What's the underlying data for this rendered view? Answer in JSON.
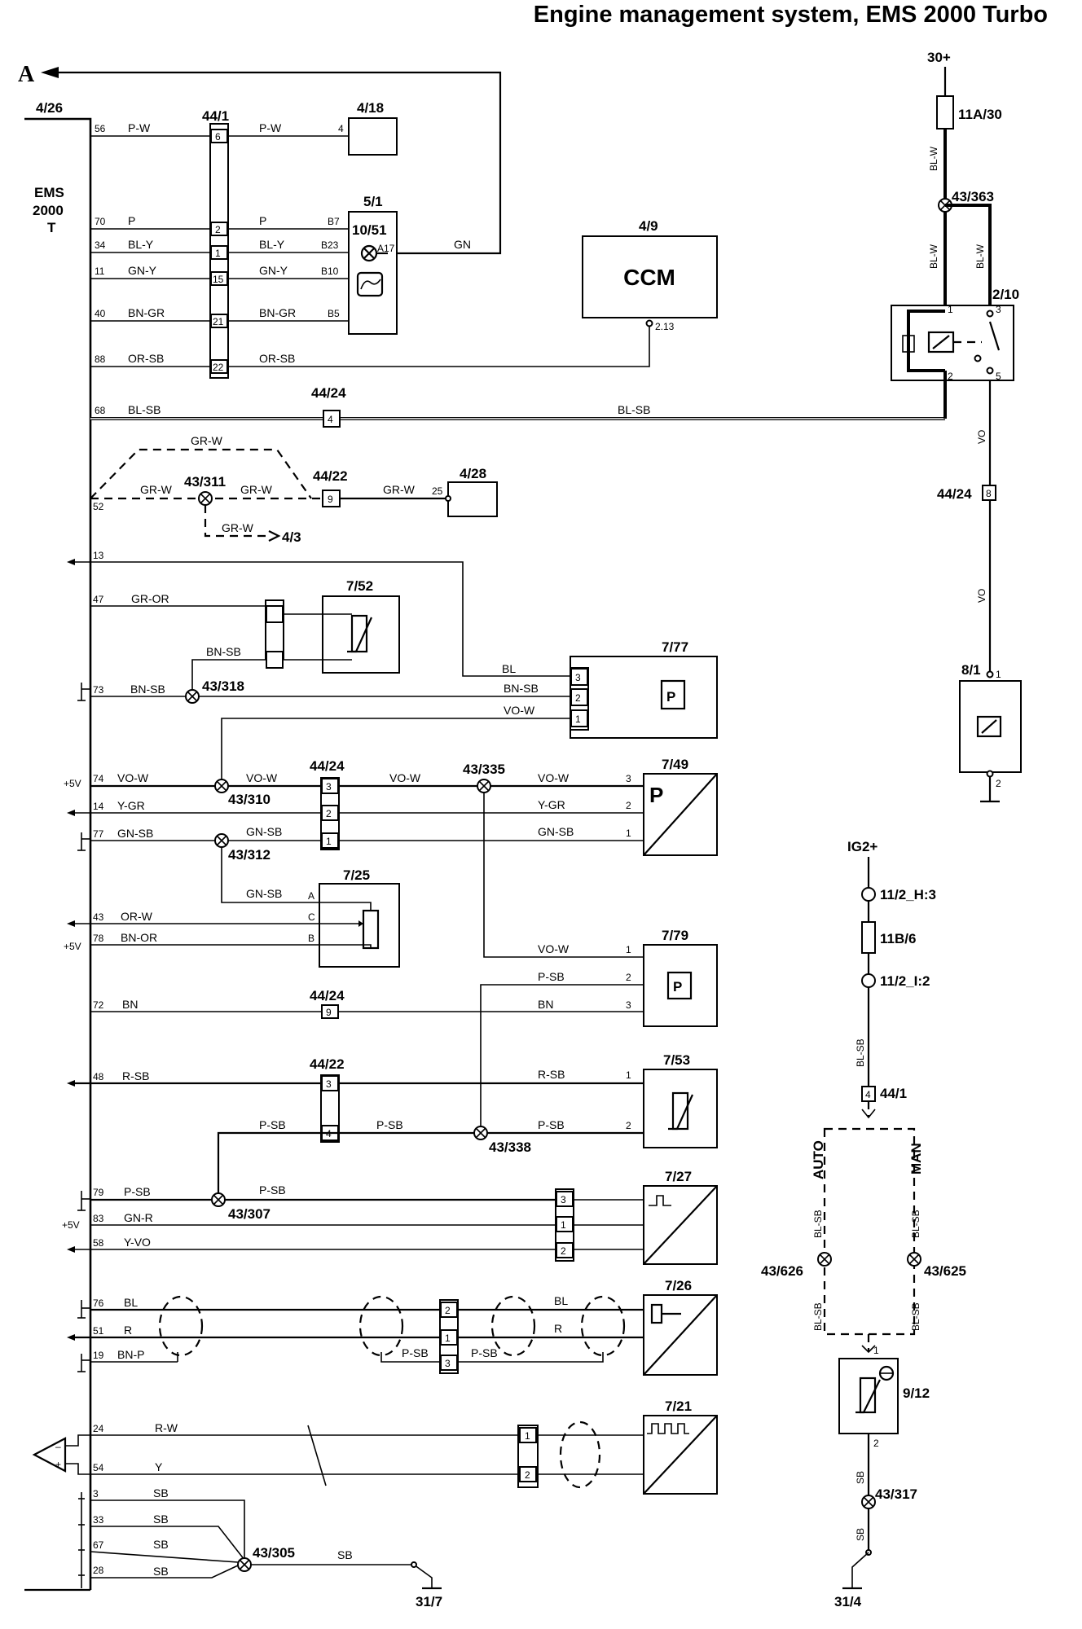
{
  "title": "Engine management system, EMS 2000 Turbo",
  "ref_a": "A",
  "ecu": {
    "id": "4/26",
    "name_line1": "EMS",
    "name_line2": "2000",
    "name_line3": "T"
  },
  "supply": {
    "b30": "30+",
    "fuse": "11A/30",
    "ig2": "IG2+",
    "fuse2": "11B/6",
    "pin_h3": "11/2_H:3",
    "pin_i2": "11/2_I:2"
  },
  "components": {
    "c4_18": "4/18",
    "c5_1": "5/1",
    "c10_51": "10/51",
    "c4_9": "4/9",
    "ccm": "CCM",
    "c2_10": "2/10",
    "c4_28": "4/28",
    "c4_3": "4/3",
    "c7_52": "7/52",
    "c7_77": "7/77",
    "c7_49": "7/49",
    "c7_25": "7/25",
    "c7_79": "7/79",
    "c7_53": "7/53",
    "c7_27": "7/27",
    "c7_26": "7/26",
    "c7_21": "7/21",
    "c8_1": "8/1",
    "c9_12": "9/12",
    "gnd_31_7": "31/7",
    "gnd_31_4": "31/4"
  },
  "connectors": {
    "c44_1": "44/1",
    "c44_24": "44/24",
    "c44_22": "44/22",
    "s43_363": "43/363",
    "s43_311": "43/311",
    "s43_318": "43/318",
    "s43_310": "43/310",
    "s43_335": "43/335",
    "s43_312": "43/312",
    "s43_338": "43/338",
    "s43_307": "43/307",
    "s43_305": "43/305",
    "s43_626": "43/626",
    "s43_625": "43/625",
    "s43_317": "43/317"
  },
  "modes": {
    "auto": "AUTO",
    "man": "MAN"
  },
  "symbols": {
    "p": "P",
    "plus5v": "+5V"
  },
  "colors": {
    "line": "#000000",
    "background": "#ffffff"
  }
}
